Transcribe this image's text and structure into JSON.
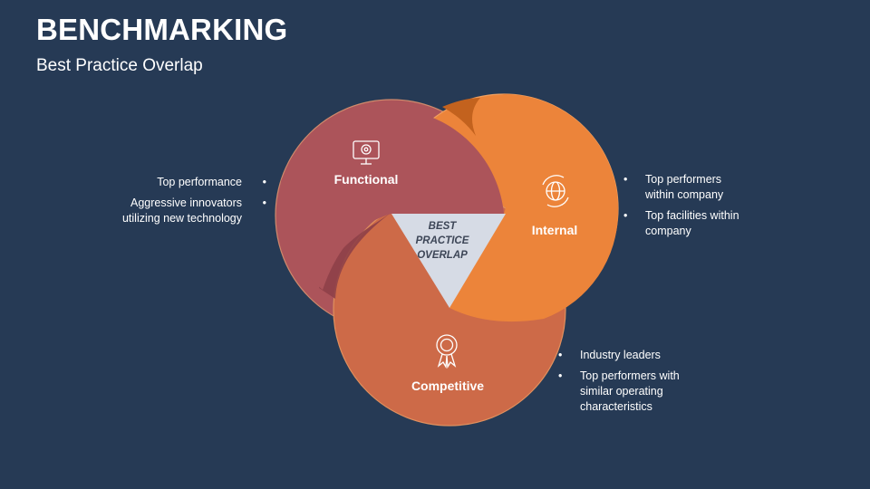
{
  "header": {
    "title": "BENCHMARKING",
    "subtitle": "Best Practice Overlap"
  },
  "center": {
    "label_lines": [
      "BEST",
      "PRACTICE",
      "OVERLAP"
    ]
  },
  "circles": {
    "functional": {
      "label": "Functional",
      "icon": "computer-gear-icon",
      "color": "#ac545a"
    },
    "internal": {
      "label": "Internal",
      "icon": "globe-cycle-icon",
      "color": "#ec843a"
    },
    "competitive": {
      "label": "Competitive",
      "icon": "award-ribbon-icon",
      "color": "#cd6a48"
    }
  },
  "bullets": {
    "functional": [
      "Top performance",
      "Aggressive innovators utilizing new technology"
    ],
    "internal": [
      "Top performers within company",
      "Top facilities within company"
    ],
    "competitive": [
      "Industry leaders",
      "Top performers with similar operating characteristics"
    ]
  }
}
